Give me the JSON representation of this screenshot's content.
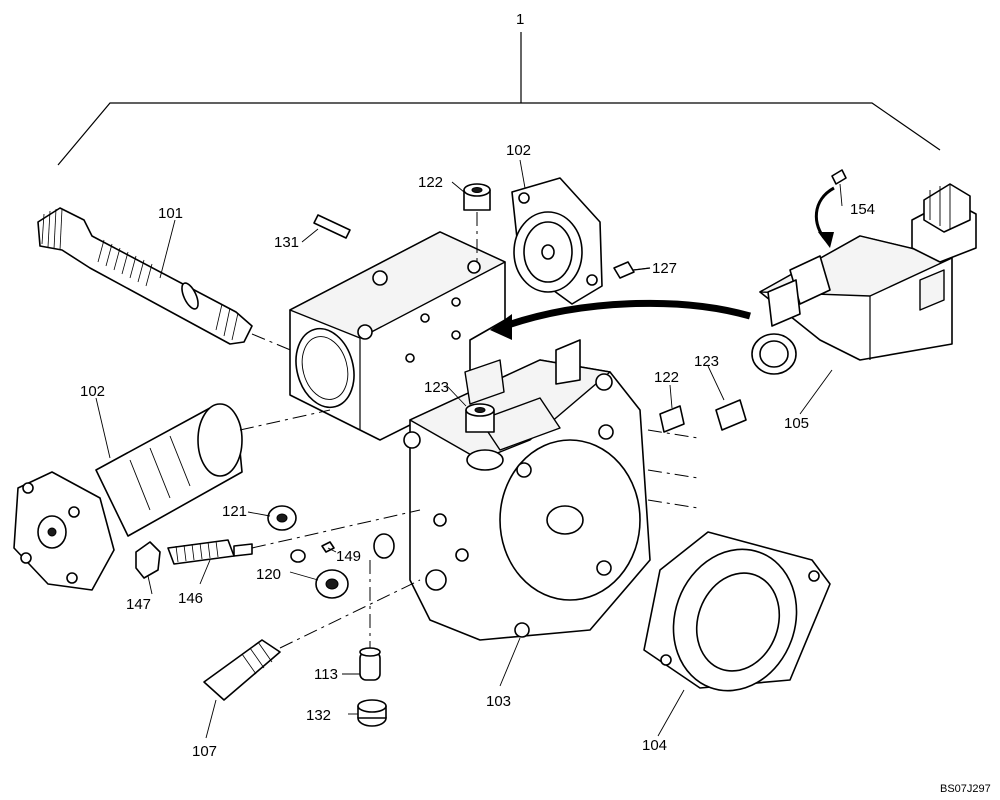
{
  "diagram": {
    "assembly_number": "1",
    "reference_code": "BS07J297",
    "callouts": {
      "c101": "101",
      "c102_top": "102",
      "c102_left": "102",
      "c103": "103",
      "c104": "104",
      "c105": "105",
      "c107": "107",
      "c113": "113",
      "c120": "120",
      "c121": "121",
      "c122_top": "122",
      "c122_right": "122",
      "c123_mid": "123",
      "c123_right": "123",
      "c127": "127",
      "c131": "131",
      "c132": "132",
      "c146": "146",
      "c147": "147",
      "c149": "149",
      "c154": "154"
    }
  }
}
